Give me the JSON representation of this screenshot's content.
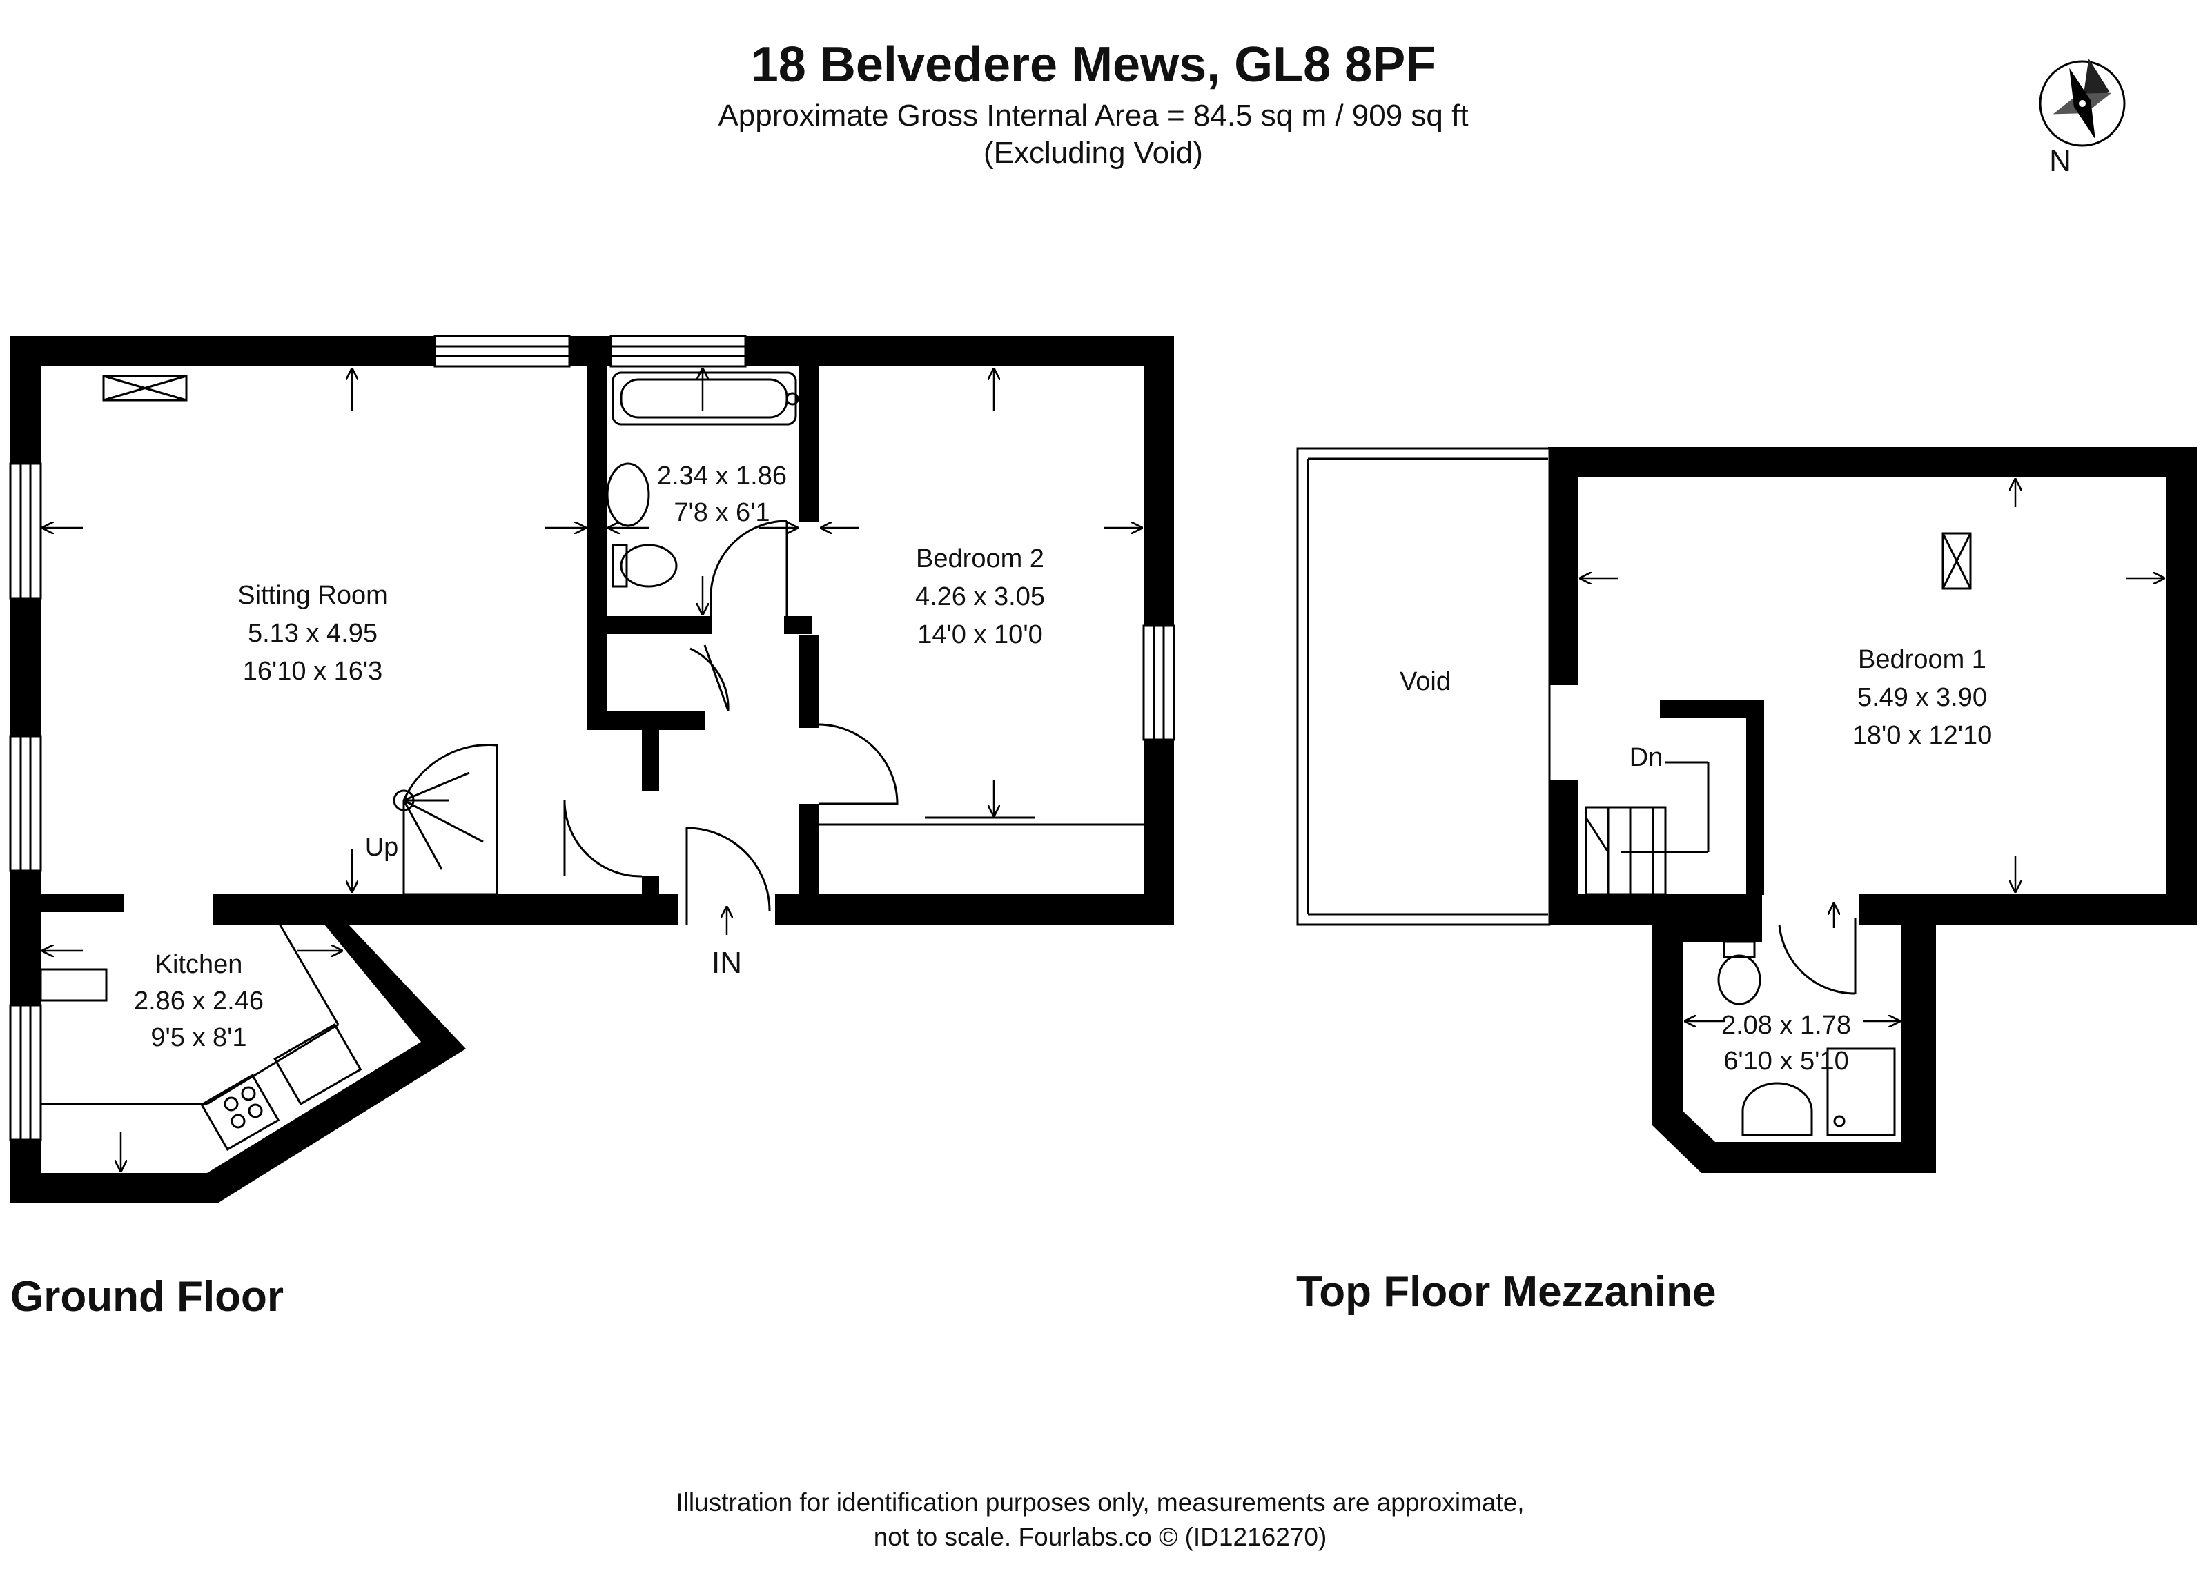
{
  "header": {
    "title": "18 Belvedere Mews, GL8 8PF",
    "area": "Approximate Gross Internal Area = 84.5 sq m / 909 sq ft",
    "note": "(Excluding Void)"
  },
  "compass": {
    "label": "N",
    "icon": "compass-rose-icon"
  },
  "ground_floor": {
    "label": "Ground Floor",
    "sitting_room": {
      "name": "Sitting Room",
      "metric": "5.13 x 4.95",
      "imperial": "16'10 x 16'3"
    },
    "bathroom": {
      "metric": "2.34 x 1.86",
      "imperial": "7'8 x 6'1"
    },
    "bedroom2": {
      "name": "Bedroom 2",
      "metric": "4.26 x 3.05",
      "imperial": "14'0 x 10'0"
    },
    "kitchen": {
      "name": "Kitchen",
      "metric": "2.86 x 2.46",
      "imperial": "9'5 x 8'1"
    },
    "stairs_label": "Up",
    "entrance_label": "IN"
  },
  "top_floor": {
    "label": "Top Floor Mezzanine",
    "void": "Void",
    "bedroom1": {
      "name": "Bedroom 1",
      "metric": "5.49 x 3.90",
      "imperial": "18'0 x 12'10"
    },
    "ensuite": {
      "metric": "2.08 x 1.78",
      "imperial": "6'10 x 5'10"
    },
    "stairs_label": "Dn"
  },
  "disclaimer": {
    "line1": "Illustration for identification purposes only, measurements are approximate,",
    "line2": "not to scale. Fourlabs.co © (ID1216270)"
  },
  "colors": {
    "wall": "#000000",
    "background": "#ffffff"
  }
}
